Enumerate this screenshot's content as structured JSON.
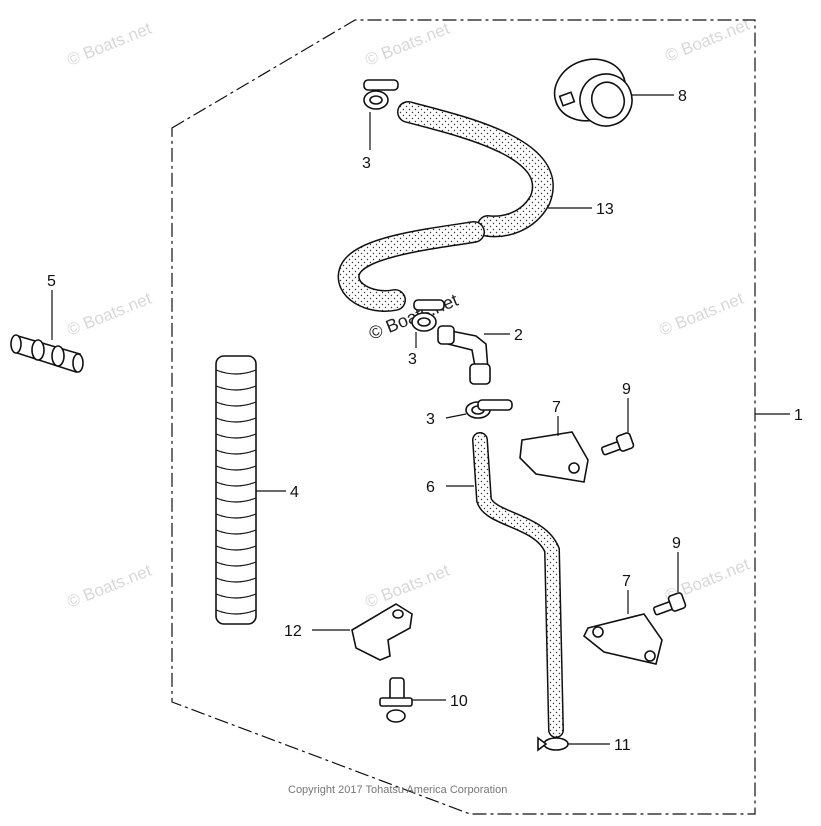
{
  "diagram": {
    "callouts": {
      "c1": "1",
      "c2": "2",
      "c3a": "3",
      "c3b": "3",
      "c3c": "3",
      "c4": "4",
      "c5": "5",
      "c6": "6",
      "c7a": "7",
      "c7b": "7",
      "c8": "8",
      "c9a": "9",
      "c9b": "9",
      "c10": "10",
      "c11": "11",
      "c12": "12",
      "c13": "13"
    },
    "watermark": "© Boats.net",
    "watermark_center": "© Boats.net",
    "copyright": "Copyright 2017 Tohatsu America Corporation"
  }
}
